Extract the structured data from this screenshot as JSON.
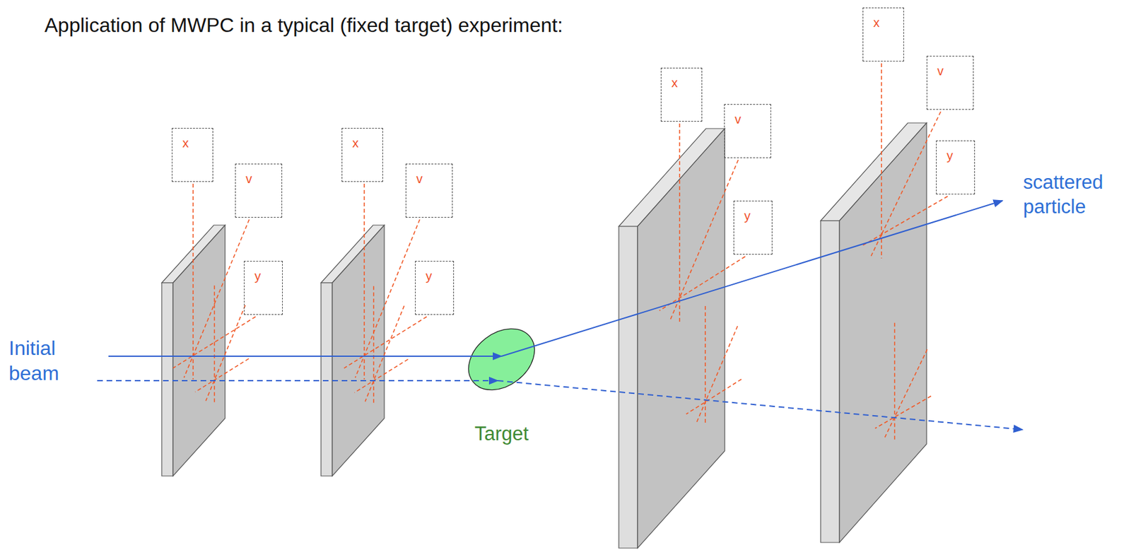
{
  "diagram": {
    "title": "Application of MWPC in a typical (fixed target) experiment:",
    "nodes": [
      {
        "text": [
          "x"
        ]
      },
      {
        "text": [
          "v"
        ]
      },
      {
        "text": [
          "y"
        ]
      },
      {
        "text": [
          "x"
        ]
      },
      {
        "text": [
          "v"
        ]
      },
      {
        "text": [
          "y"
        ]
      },
      {
        "text": [
          "Target"
        ]
      },
      {
        "text": [
          "x"
        ]
      },
      {
        "text": [
          "v"
        ]
      },
      {
        "text": [
          "y"
        ]
      },
      {
        "text": [
          "x"
        ]
      },
      {
        "text": [
          "v"
        ]
      },
      {
        "text": [
          "y"
        ]
      }
    ],
    "labels": [
      "Initial beam",
      "scattered particle"
    ]
  }
}
